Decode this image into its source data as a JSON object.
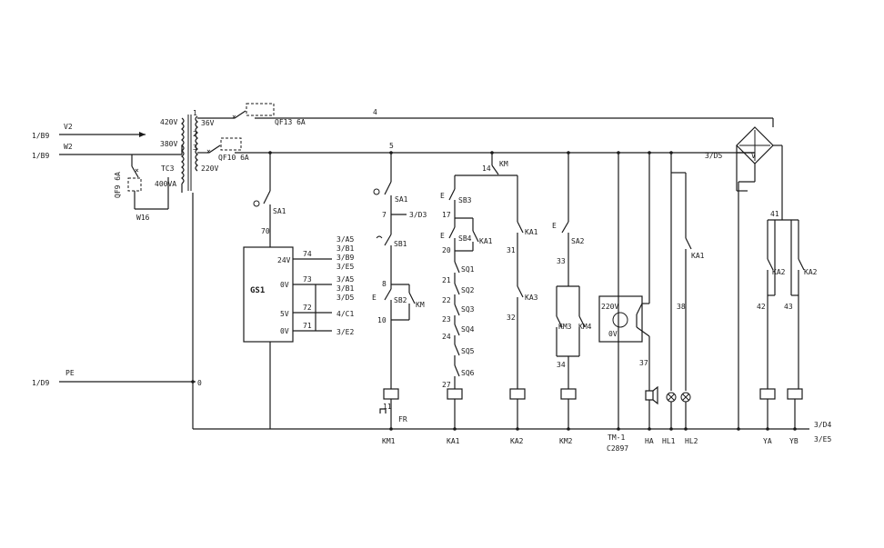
{
  "inputs": {
    "v2_label": "V2",
    "w2_label": "W2",
    "v2_ref": "1/B9",
    "w2_ref": "1/B9",
    "pe_label": "PE",
    "pe_ref": "1/D9"
  },
  "transformer": {
    "name": "TC3",
    "rating": "400VA",
    "primary_420": "420V",
    "primary_380": "380V",
    "sec_36": "36V",
    "sec_220": "220V",
    "tap1": "1",
    "tap2": "2",
    "tap3": "3"
  },
  "breakers": {
    "qf9": "QF9 6A",
    "qf13": "QF13 6A",
    "qf10": "QF10 6A",
    "w16": "W16"
  },
  "nodes": {
    "n4": "4",
    "n5": "5",
    "n0": "0",
    "n70": "70",
    "n7": "7",
    "n8": "8",
    "n10": "10",
    "n11": "11",
    "n14": "14",
    "n17": "17",
    "n20": "20",
    "n21": "21",
    "n22": "22",
    "n23": "23",
    "n24": "24",
    "n27": "27",
    "n31": "31",
    "n32": "32",
    "n33": "33",
    "n34": "34",
    "n37": "37",
    "n38": "38",
    "n41": "41",
    "n42": "42",
    "n43": "43"
  },
  "refs": {
    "r_d5": "3/D5",
    "r_d3": "3/D3",
    "r_d4": "3/D4",
    "r_e5": "3/E5"
  },
  "gs1": {
    "name": "GS1",
    "pin_24v": "24V",
    "pin_0v_a": "0V",
    "pin_5v": "5V",
    "pin_0v_b": "0V",
    "w74": "74",
    "w73": "73",
    "w72": "72",
    "w71": "71",
    "refs_74": [
      "3/A5",
      "3/B1",
      "3/B9",
      "3/E5"
    ],
    "refs_73": [
      "3/A5",
      "3/B1",
      "3/D5"
    ],
    "ref_72": "4/C1",
    "ref_71": "3/E2"
  },
  "contacts": {
    "sa1_left": "SA1",
    "sa1": "SA1",
    "sb1": "SB1",
    "sb2": "SB2",
    "km": "KM",
    "km_top": "KM",
    "sb3": "SB3",
    "sb4": "SB4",
    "ka1_a": "KA1",
    "sq1": "SQ1",
    "sq2": "SQ2",
    "sq3": "SQ3",
    "sq4": "SQ4",
    "sq5": "SQ5",
    "sq6": "SQ6",
    "ka1_b": "KA1",
    "ka3": "KA3",
    "sa2": "SA2",
    "km3": "KM3",
    "km4": "KM4",
    "ka1_c": "KA1",
    "ka2_a": "KA2",
    "ka2_b": "KA2",
    "fr": "FR"
  },
  "timer": {
    "v220": "220V",
    "v0": "0V"
  },
  "bridge_label": "V",
  "loads": {
    "km1": "KM1",
    "ka1": "KA1",
    "ka2": "KA2",
    "km2": "KM2",
    "tm": "TM-1",
    "tm_part": "C2897",
    "ha": "HA",
    "hl1": "HL1",
    "hl2": "HL2",
    "ya": "YA",
    "yb": "YB"
  }
}
